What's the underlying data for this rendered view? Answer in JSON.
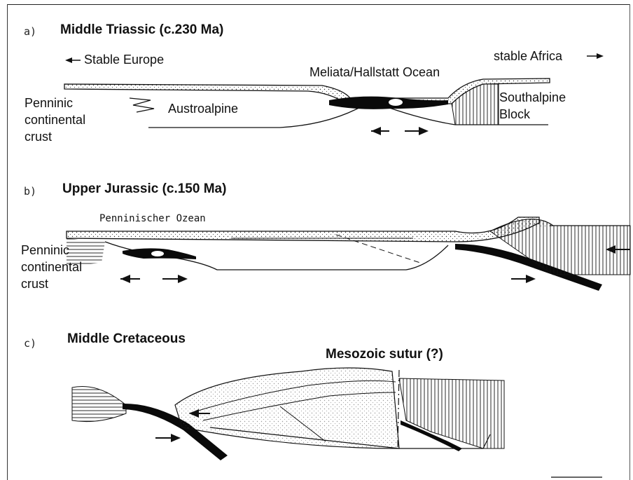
{
  "panels": [
    {
      "letter": "a)",
      "title": "Middle Triassic (c.230 Ma)",
      "labels": {
        "stable_europe": "Stable Europe",
        "stable_africa": "stable Africa",
        "ocean": "Meliata/Hallstatt Ocean",
        "penninic": [
          "Penninic",
          "continental",
          "crust"
        ],
        "austroalpine": "Austroalpine",
        "southalpine": [
          "Southalpine",
          "Block"
        ]
      }
    },
    {
      "letter": "b)",
      "title": "Upper Jurassic (c.150 Ma)",
      "labels": {
        "ocean": "Penninischer Ozean",
        "penninic": [
          "Penninic",
          "continental",
          "crust"
        ]
      }
    },
    {
      "letter": "c)",
      "title": "Middle Cretaceous",
      "labels": {
        "suture": "Mesozoic sutur (?)"
      }
    }
  ]
}
